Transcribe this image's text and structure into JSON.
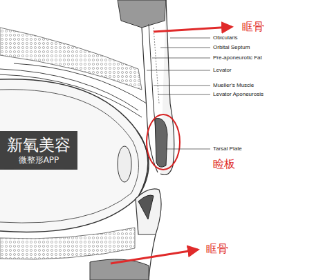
{
  "diagram": {
    "nodes": [
      {
        "text": [
          "新氧美容",
          "微整形APP"
        ]
      }
    ],
    "labels": [
      "眶骨",
      "Obicularis",
      "Orbital Septum",
      "Pre-aponeurotic Fat",
      "Levator",
      "Mueller's Muscle",
      "Levator Aponeurosis",
      "Tarsal Plate",
      "睑板",
      "眶骨"
    ]
  }
}
